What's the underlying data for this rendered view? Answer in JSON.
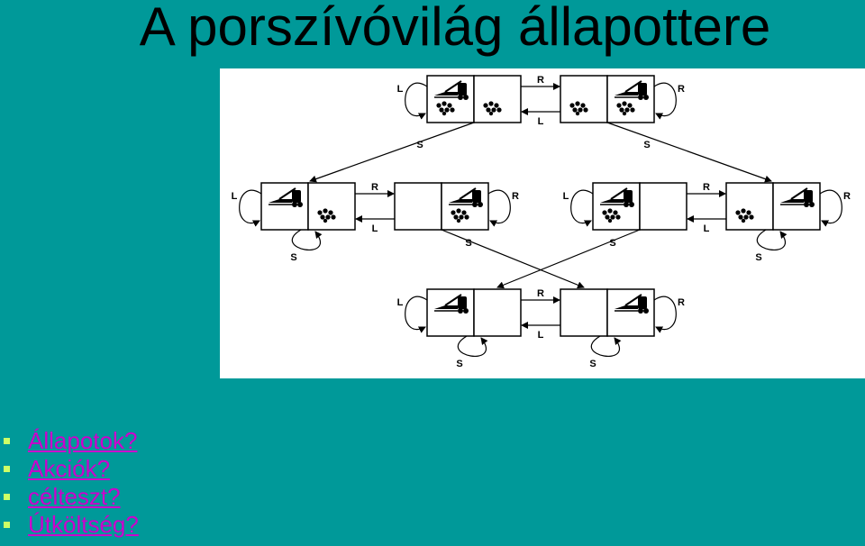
{
  "slide": {
    "title": "A porszívóvilág állapottere"
  },
  "diagram": {
    "action_labels": {
      "right": "R",
      "left": "L",
      "suck": "S"
    },
    "states": [
      {
        "id": 1,
        "vacuum": "left",
        "dirt_left": true,
        "dirt_right": true
      },
      {
        "id": 2,
        "vacuum": "right",
        "dirt_left": true,
        "dirt_right": true
      },
      {
        "id": 3,
        "vacuum": "left",
        "dirt_left": false,
        "dirt_right": true
      },
      {
        "id": 4,
        "vacuum": "right",
        "dirt_left": false,
        "dirt_right": true
      },
      {
        "id": 5,
        "vacuum": "left",
        "dirt_left": true,
        "dirt_right": false
      },
      {
        "id": 6,
        "vacuum": "right",
        "dirt_left": true,
        "dirt_right": false
      },
      {
        "id": 7,
        "vacuum": "left",
        "dirt_left": false,
        "dirt_right": false
      },
      {
        "id": 8,
        "vacuum": "right",
        "dirt_left": false,
        "dirt_right": false
      }
    ]
  },
  "bullets": [
    {
      "label": "Állapotok?"
    },
    {
      "label": "Akciók?"
    },
    {
      "label": "célteszt?"
    },
    {
      "label": "Útköltség?"
    }
  ],
  "colors": {
    "background": "#009999",
    "bullet_marker": "#ccff66",
    "link": "#cc00cc"
  }
}
